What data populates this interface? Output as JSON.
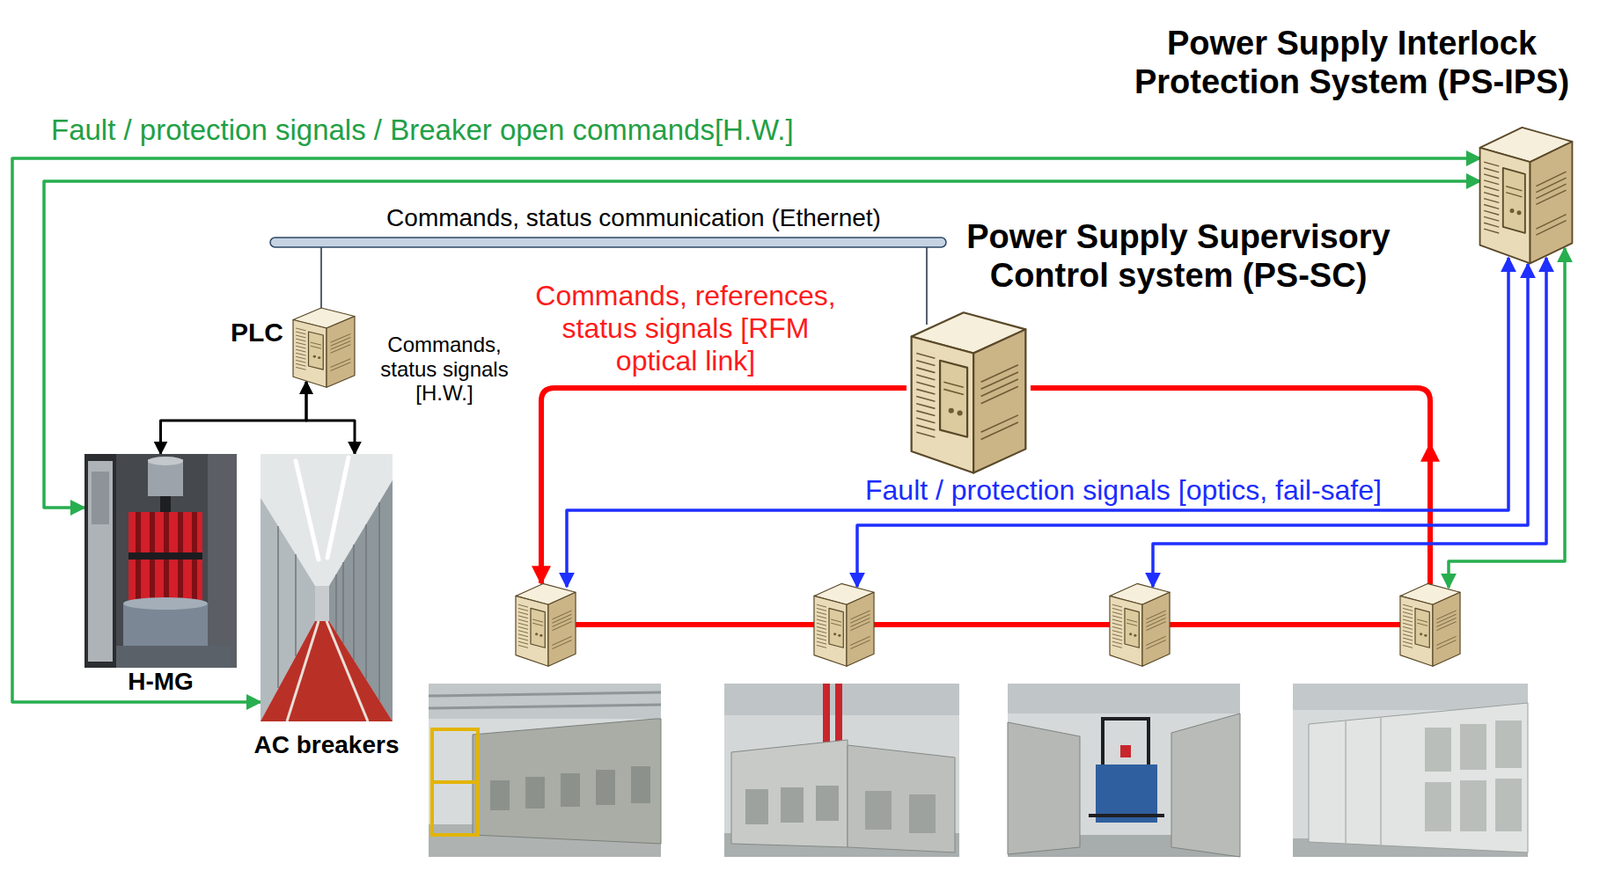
{
  "diagram": {
    "nodes": [
      {
        "text": [
          "Power Supply Interlock Protection System (PS-IPS)"
        ]
      },
      {
        "text": [
          "Power Supply Supervisory Control system (PS-SC)"
        ]
      },
      {
        "text": [
          "PLC"
        ]
      },
      {
        "text": [
          "H-MG"
        ]
      },
      {
        "text": [
          "AC breakers"
        ]
      }
    ],
    "edges": [
      {
        "from": 4,
        "to": 0,
        "arrow": "both",
        "label": "Fault / protection signals / Breaker open commands[H.W.]"
      },
      {
        "from": 3,
        "to": 0,
        "arrow": "both"
      },
      {
        "from": 2,
        "to": 1,
        "arrow": "none",
        "label": "Commands, status communication (Ethernet)"
      },
      {
        "from": 2,
        "to": 3,
        "arrow": "both",
        "label": "Commands, status signals [H.W.]"
      },
      {
        "from": 2,
        "to": 4,
        "arrow": "both"
      }
    ],
    "labels": [
      "Commands, references, status signals [RFM optical link]",
      "Fault / protection signals [optics, fail-safe]"
    ]
  }
}
